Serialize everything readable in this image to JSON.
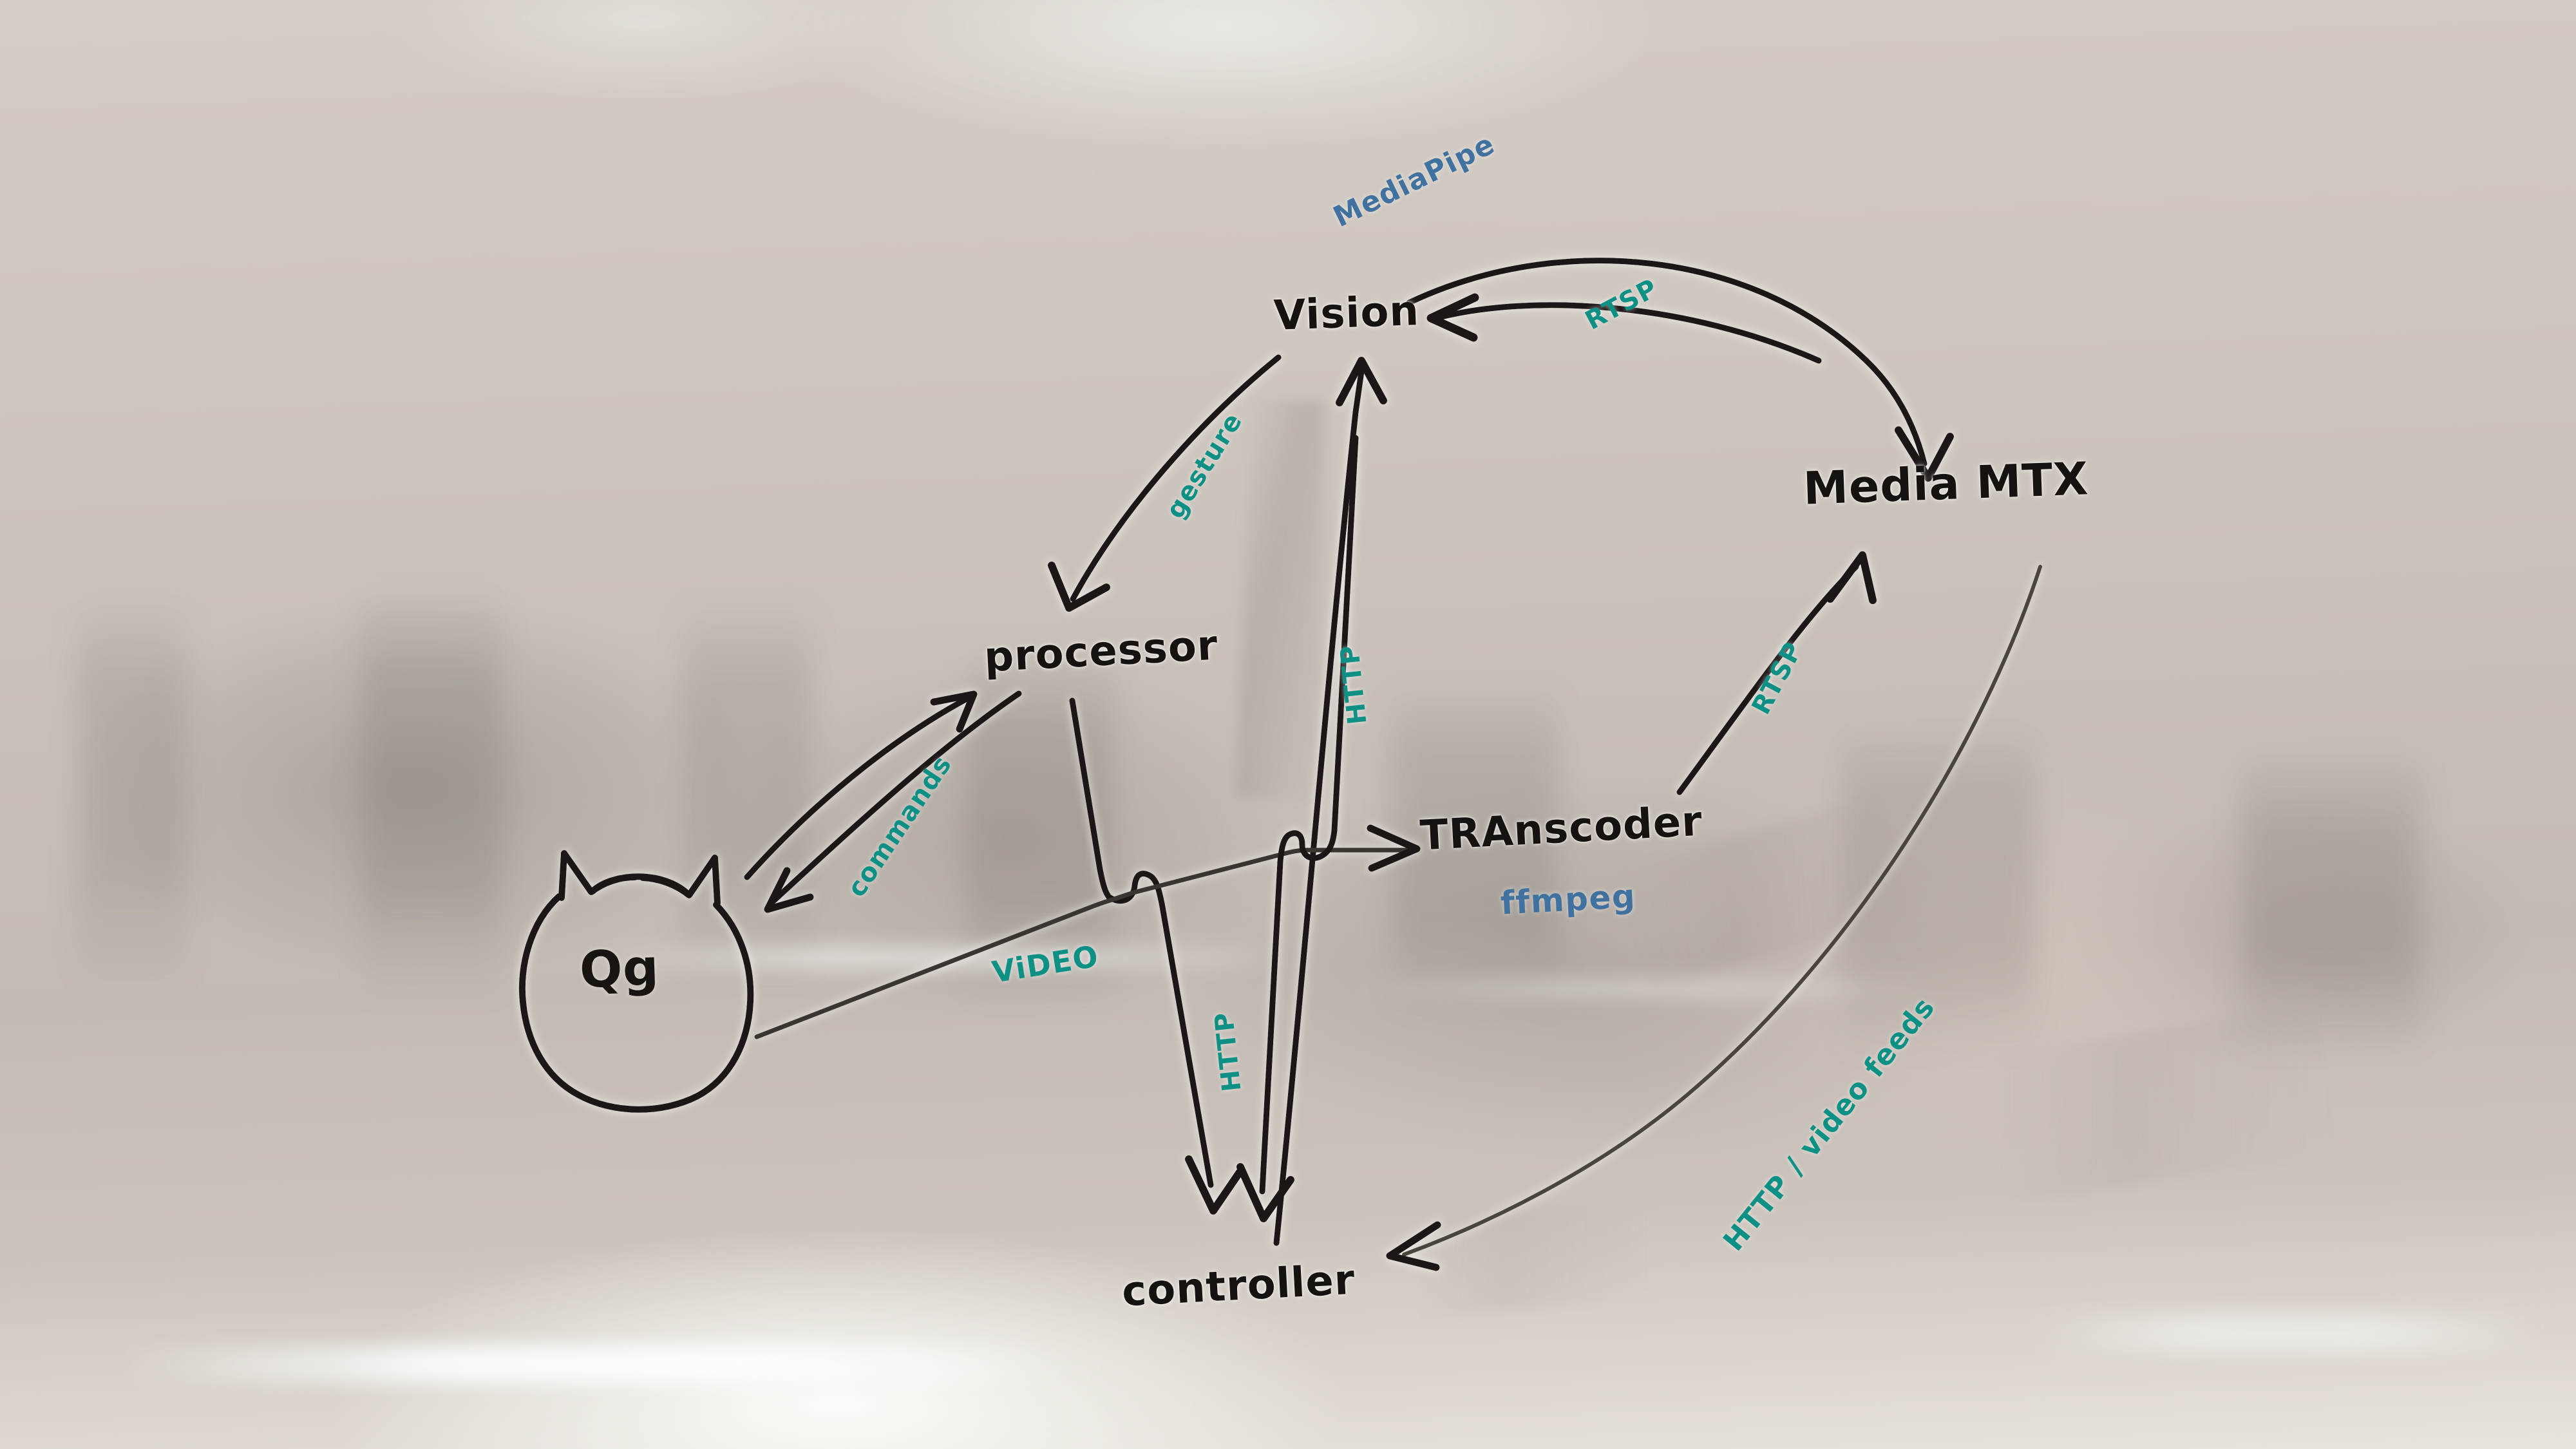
{
  "diagram": {
    "medium": "whiteboard photo",
    "title_present": false,
    "colors": {
      "ink_black": "#191715",
      "ink_teal": "#0e9184",
      "ink_blue": "#41719f",
      "board_background": "#cdc6be"
    },
    "nodes": [
      {
        "id": "qg",
        "label": "Qg",
        "shape": "cat-head-logo",
        "ink": "black"
      },
      {
        "id": "processor",
        "label": "processor",
        "ink": "black"
      },
      {
        "id": "vision",
        "label": "Vision",
        "ink": "black"
      },
      {
        "id": "mediamtx",
        "label": "Media MTX",
        "ink": "black"
      },
      {
        "id": "transcoder",
        "label": "TRAnscoder",
        "ink": "black"
      },
      {
        "id": "controller",
        "label": "controller",
        "ink": "black"
      }
    ],
    "annotations": [
      {
        "id": "mediapipe",
        "text": "MediaPipe",
        "attached_to": "vision",
        "ink": "blue"
      },
      {
        "id": "ffmpeg",
        "text": "ffmpeg",
        "attached_to": "transcoder",
        "ink": "blue"
      }
    ],
    "edges": [
      {
        "id": "e1",
        "from": "vision",
        "to": "processor",
        "label": "gesture",
        "ink": "teal"
      },
      {
        "id": "e2",
        "from": "qg",
        "to": "processor",
        "label": "commands",
        "ink": "teal"
      },
      {
        "id": "e3",
        "from": "processor",
        "to": "qg",
        "label": "commands",
        "ink": "teal"
      },
      {
        "id": "e4",
        "from": "qg",
        "to": "transcoder",
        "label": "ViDEO",
        "ink": "teal"
      },
      {
        "id": "e5",
        "from": "controller",
        "to": "vision",
        "label": "HTTP",
        "ink": "teal"
      },
      {
        "id": "e6",
        "from": "processor",
        "to": "controller",
        "label": "HTTP",
        "ink": "teal"
      },
      {
        "id": "e7",
        "from": "transcoder",
        "to": "mediamtx",
        "label": "RTSP",
        "ink": "teal"
      },
      {
        "id": "e8",
        "from": "mediamtx",
        "to": "vision",
        "label": "RTSP",
        "ink": "teal"
      },
      {
        "id": "e9",
        "from": "mediamtx",
        "to": "controller",
        "label": "HTTP / video feeds",
        "ink": "teal"
      }
    ],
    "labels": {
      "gesture": "gesture",
      "commands": "commands",
      "video": "ViDEO",
      "http_upper": "HTTP",
      "http_lower": "HTTP",
      "rtsp_upper": "RTSP",
      "rtsp_lower": "RTSP",
      "http_video_feeds": "HTTP / video feeds",
      "mediapipe": "MediaPipe",
      "ffmpeg": "ffmpeg"
    }
  }
}
